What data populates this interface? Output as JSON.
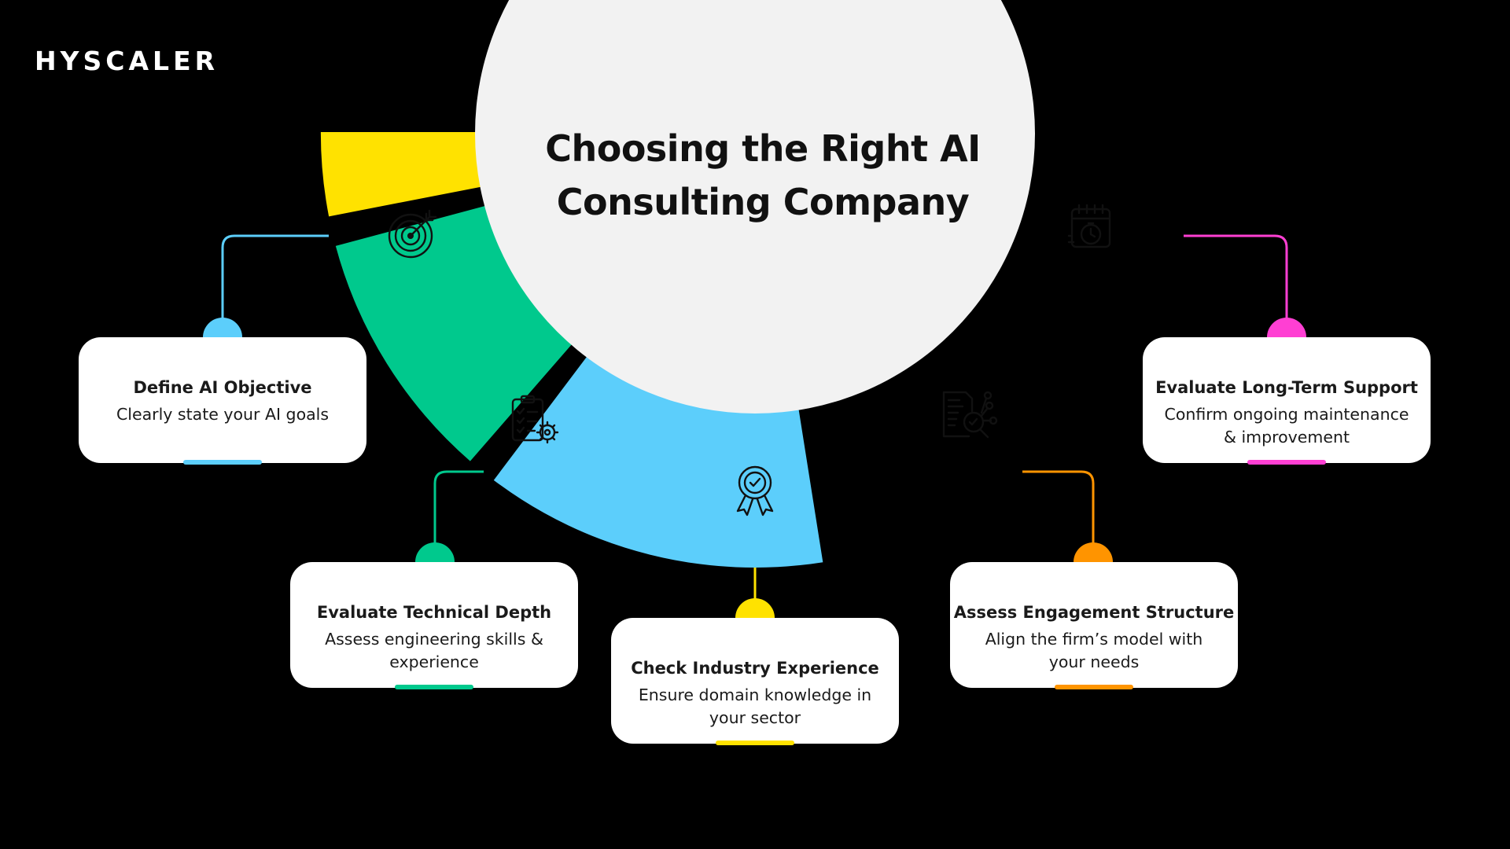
{
  "logo": "HYSCALER",
  "title": "Choosing the Right AI Consulting Company",
  "colors": {
    "background": "#000000",
    "center_circle": "#F2F2F2",
    "card": "#FFFFFF"
  },
  "steps": [
    {
      "title": "Define AI Objective",
      "desc": "Clearly state your AI goals",
      "color": "#5CCEFB",
      "icon": "target-icon"
    },
    {
      "title": "Evaluate Technical Depth",
      "desc": "Assess engineering skills & experience",
      "color": "#00C98D",
      "icon": "checklist-gear-icon"
    },
    {
      "title": "Check Industry Experience",
      "desc": "Ensure domain knowledge in your sector",
      "color": "#FFE200",
      "icon": "award-badge-icon"
    },
    {
      "title": "Assess Engagement Structure",
      "desc": "Align the firm’s model with your needs",
      "color": "#FF9400",
      "icon": "document-search-icon"
    },
    {
      "title": "Evaluate Long-Term Support",
      "desc": "Confirm ongoing maintenance & improvement",
      "color": "#FF3FD3",
      "icon": "calendar-stopwatch-icon"
    }
  ]
}
